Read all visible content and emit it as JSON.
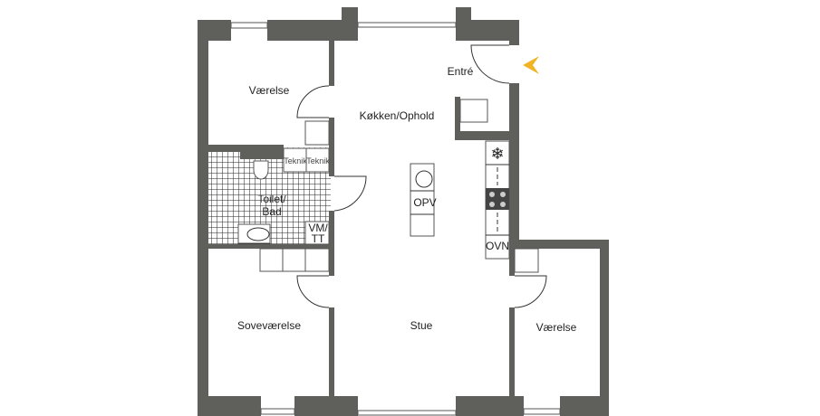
{
  "rooms": {
    "room_nw": "Værelse",
    "kitchen": "Køkken/Ophold",
    "entry": "Entré",
    "bath_line1": "Toilet/",
    "bath_line2": "Bad",
    "bedroom": "Soveværelse",
    "living": "Stue",
    "room_se": "Værelse"
  },
  "fixtures": {
    "tech1": "Teknik",
    "tech2": "Teknik",
    "washer_line1": "VM/",
    "washer_line2": "TT",
    "dishwasher": "OPV",
    "oven": "OVN"
  },
  "colors": {
    "wall": "#5f5f5b",
    "entrance_arrow": "#f0b429"
  }
}
